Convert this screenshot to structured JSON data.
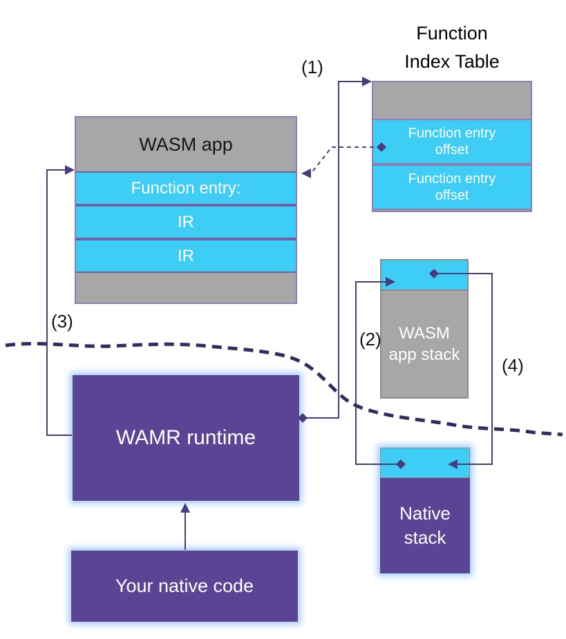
{
  "function_index_table": {
    "title": "Function\nIndex Table",
    "rows": [
      "Function entry\noffset",
      "Function entry\noffset"
    ]
  },
  "wasm_app": {
    "header": "WASM app",
    "rows": [
      "Function entry:",
      "IR",
      "IR"
    ]
  },
  "wasm_app_stack": {
    "label": "WASM\napp stack"
  },
  "wamr_runtime": {
    "label": "WAMR runtime"
  },
  "native_stack": {
    "label": "Native\nstack"
  },
  "your_native_code": {
    "label": "Your native code"
  },
  "steps": {
    "s1": "(1)",
    "s2": "(2)",
    "s3": "(3)",
    "s4": "(4)"
  },
  "colors": {
    "gray": "#A7A7A7",
    "cyan": "#3ECDF4",
    "purple": "#5C4495",
    "connector": "#4A3B7C",
    "boundary": "#362B60",
    "glow": "#A9CDF2"
  }
}
